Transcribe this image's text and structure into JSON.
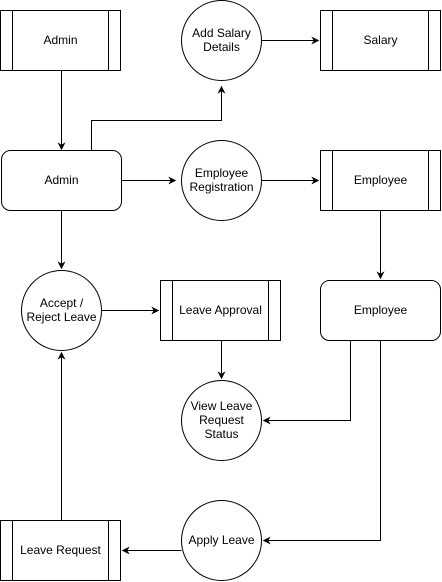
{
  "colors": {
    "stroke": "#000000",
    "fill": "#ffffff",
    "text": "#000000"
  },
  "nodes": {
    "admin_top": {
      "lines": [
        "Admin"
      ],
      "shape": "subprocess"
    },
    "add_salary": {
      "lines": [
        "Add Salary",
        "Details"
      ],
      "shape": "circle"
    },
    "salary": {
      "lines": [
        "Salary"
      ],
      "shape": "subprocess"
    },
    "admin_main": {
      "lines": [
        "Admin"
      ],
      "shape": "rounded-rectangle"
    },
    "employee_reg": {
      "lines": [
        "Employee",
        "Registration"
      ],
      "shape": "circle"
    },
    "employee_store": {
      "lines": [
        "Employee"
      ],
      "shape": "subprocess"
    },
    "accept_reject": {
      "lines": [
        "Accept /",
        "Reject Leave"
      ],
      "shape": "circle"
    },
    "leave_approval": {
      "lines": [
        "Leave Approval"
      ],
      "shape": "subprocess"
    },
    "employee_entity": {
      "lines": [
        "Employee"
      ],
      "shape": "rounded-rectangle"
    },
    "view_leave": {
      "lines": [
        "View Leave",
        "Request",
        "Status"
      ],
      "shape": "circle"
    },
    "apply_leave": {
      "lines": [
        "Apply Leave"
      ],
      "shape": "circle"
    },
    "leave_request": {
      "lines": [
        "Leave Request"
      ],
      "shape": "subprocess"
    }
  },
  "edges": [
    {
      "from": "admin_top",
      "to": "admin_main"
    },
    {
      "from": "admin_main",
      "to": "add_salary"
    },
    {
      "from": "add_salary",
      "to": "salary"
    },
    {
      "from": "admin_main",
      "to": "employee_reg"
    },
    {
      "from": "employee_reg",
      "to": "employee_store"
    },
    {
      "from": "admin_main",
      "to": "accept_reject"
    },
    {
      "from": "employee_store",
      "to": "employee_entity"
    },
    {
      "from": "accept_reject",
      "to": "leave_approval"
    },
    {
      "from": "leave_approval",
      "to": "view_leave"
    },
    {
      "from": "employee_entity",
      "to": "view_leave"
    },
    {
      "from": "employee_entity",
      "to": "apply_leave"
    },
    {
      "from": "apply_leave",
      "to": "leave_request"
    },
    {
      "from": "leave_request",
      "to": "accept_reject"
    }
  ]
}
